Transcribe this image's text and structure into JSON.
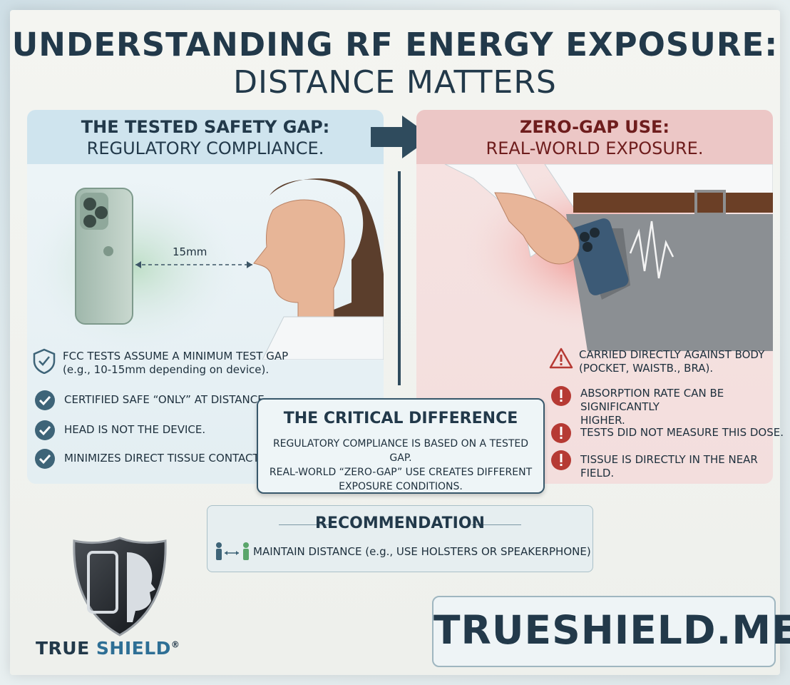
{
  "title": {
    "line1": "UNDERSTANDING RF ENERGY EXPOSURE:",
    "line2": "DISTANCE MATTERS"
  },
  "left_panel": {
    "heading": "THE TESTED SAFETY GAP:",
    "subheading": "REGULATORY COMPLIANCE.",
    "distance_label": "15mm",
    "items": [
      {
        "icon": "shield-check-icon",
        "text": "FCC TESTS ASSUME A MINIMUM TEST GAP",
        "subtext": "(e.g., 10-15mm depending on device)."
      },
      {
        "icon": "check-circle-icon",
        "text": "CERTIFIED SAFE “ONLY” AT DISTANCE."
      },
      {
        "icon": "check-circle-icon",
        "text": "HEAD IS NOT THE DEVICE."
      },
      {
        "icon": "check-circle-icon",
        "text": "MINIMIZES DIRECT TISSUE CONTACT."
      }
    ]
  },
  "right_panel": {
    "heading": "ZERO-GAP USE:",
    "subheading": "REAL-WORLD EXPOSURE.",
    "items": [
      {
        "icon": "warning-triangle-icon",
        "text": "CARRIED DIRECTLY AGAINST BODY",
        "subtext": "(POCKET, WAISTB., BRA)."
      },
      {
        "icon": "exclamation-circle-icon",
        "text": "ABSORPTION RATE CAN BE SIGNIFICANTLY",
        "subtext": "HIGHER."
      },
      {
        "icon": "exclamation-circle-icon",
        "text": "TESTS DID NOT MEASURE THIS DOSE."
      },
      {
        "icon": "exclamation-circle-icon",
        "text": "TISSUE IS DIRECTLY IN THE NEAR FIELD."
      }
    ]
  },
  "critical": {
    "title": "THE CRITICAL DIFFERENCE",
    "line1": "REGULATORY COMPLIANCE IS BASED ON A TESTED GAP.",
    "line2": "REAL-WORLD “ZERO-GAP” USE CREATES DIFFERENT",
    "line3": "EXPOSURE CONDITIONS."
  },
  "recommendation": {
    "title": "RECOMMENDATION",
    "text": "MAINTAIN DISTANCE (e.g., USE HOLSTERS OR SPEAKERPHONE)"
  },
  "brand": {
    "word1": "TRUE",
    "word2": "SHIELD",
    "mark": "®"
  },
  "url": "TRUESHIELD.ME",
  "colors": {
    "navy": "#22394a",
    "left_header": "#cfe4ee",
    "right_header": "#ecc7c6",
    "check_fill": "#3e6478",
    "alert_fill": "#b63a34"
  }
}
